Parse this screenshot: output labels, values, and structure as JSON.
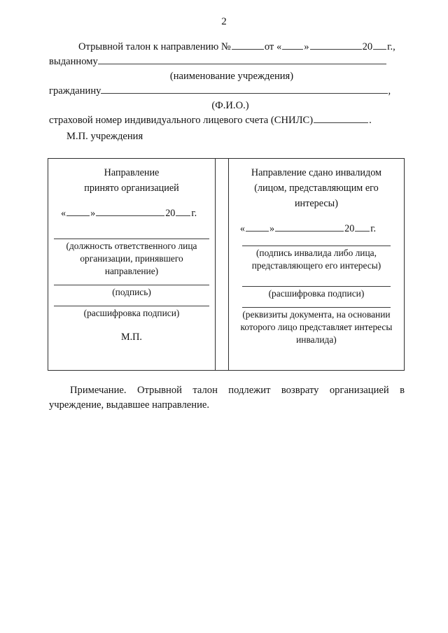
{
  "document": {
    "page_number": "2",
    "language": "ru"
  },
  "header": {
    "line1_prefix": "Отрывной талон к направлению №",
    "line1_ot": "от «",
    "line1_quote_close": "»",
    "line1_year": "20",
    "line1_suffix": "г.,",
    "line2_label": "выданному",
    "line2_caption": "(наименование учреждения)",
    "line3_label": "гражданину",
    "line3_comma": ",",
    "line3_caption": "(Ф.И.О.)",
    "line4_text": "страховой номер индивидуального лицевого счета (СНИЛС)",
    "line4_period": "."
  },
  "stamp_note": {
    "text": "М.П. учреждения"
  },
  "table": {
    "left_cell": {
      "title_line1": "Направление",
      "title_line2": "принято организацией",
      "date_open_quote": "«",
      "date_close_quote": "»",
      "date_year_prefix": "20",
      "date_suffix": "г.",
      "caption_1": "(должность ответственного лица организации, принявшего направление)",
      "caption_2": "(подпись)",
      "caption_3": "(расшифровка подписи)",
      "stamp_mark": "М.П."
    },
    "right_cell": {
      "title_line1": "Направление сдано инвалидом",
      "title_line2": "(лицом, представляющим его",
      "title_line3": "интересы)",
      "date_open_quote": "«",
      "date_close_quote": "»",
      "date_year_prefix": "20",
      "date_suffix": "г.",
      "caption_1": "(подпись инвалида либо лица, представляющего его интересы)",
      "caption_2": "(расшифровка подписи)",
      "caption_3": "(реквизиты документа, на основании которого лицо представляет интересы инвалида)"
    }
  },
  "footnote": {
    "text": "Примечание. Отрывной талон подлежит возврату организацией в учреждение, выдавшее направление."
  },
  "colors": {
    "text": "#121212",
    "rule": "#3b3b3b",
    "table_border": "#2e2e2e",
    "background": "#ffffff"
  }
}
